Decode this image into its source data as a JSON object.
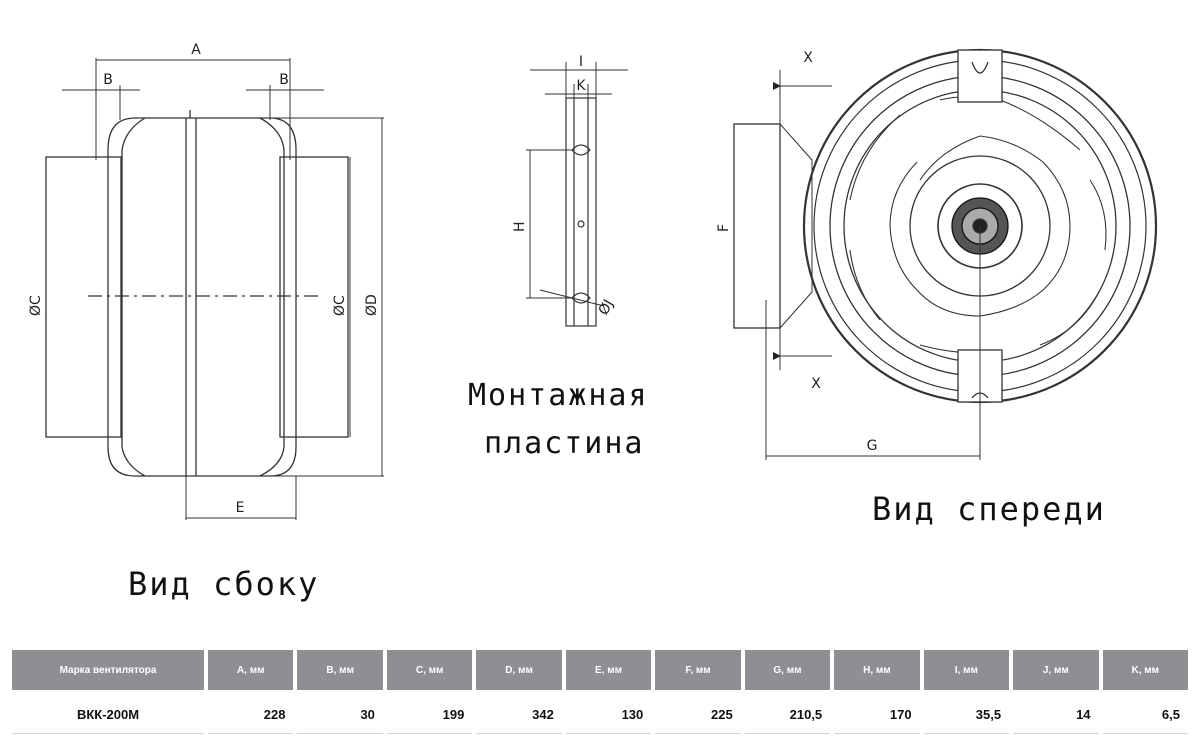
{
  "views": {
    "side": {
      "title": "Вид сбоку",
      "labels": {
        "a": "A",
        "b_left": "B",
        "b_right": "B",
        "c_left": "ØC",
        "c_right": "ØC",
        "d": "ØD",
        "e": "E"
      }
    },
    "plate": {
      "title_line1": "Монтажная",
      "title_line2": "пластина",
      "labels": {
        "i": "I",
        "k": "K",
        "h": "H",
        "j": "ØJ"
      }
    },
    "front": {
      "title": "Вид спереди",
      "labels": {
        "x_top": "X",
        "x_bottom": "X",
        "f": "F",
        "g": "G"
      }
    }
  },
  "table": {
    "headers": [
      "Марка вентилятора",
      "A, мм",
      "B, мм",
      "C, мм",
      "D, мм",
      "E, мм",
      "F, мм",
      "G, мм",
      "H, мм",
      "I, мм",
      "J, мм",
      "K, мм"
    ],
    "rows": [
      [
        "ВКК-200М",
        "228",
        "30",
        "199",
        "342",
        "130",
        "225",
        "210,5",
        "170",
        "35,5",
        "14",
        "6,5"
      ]
    ]
  }
}
